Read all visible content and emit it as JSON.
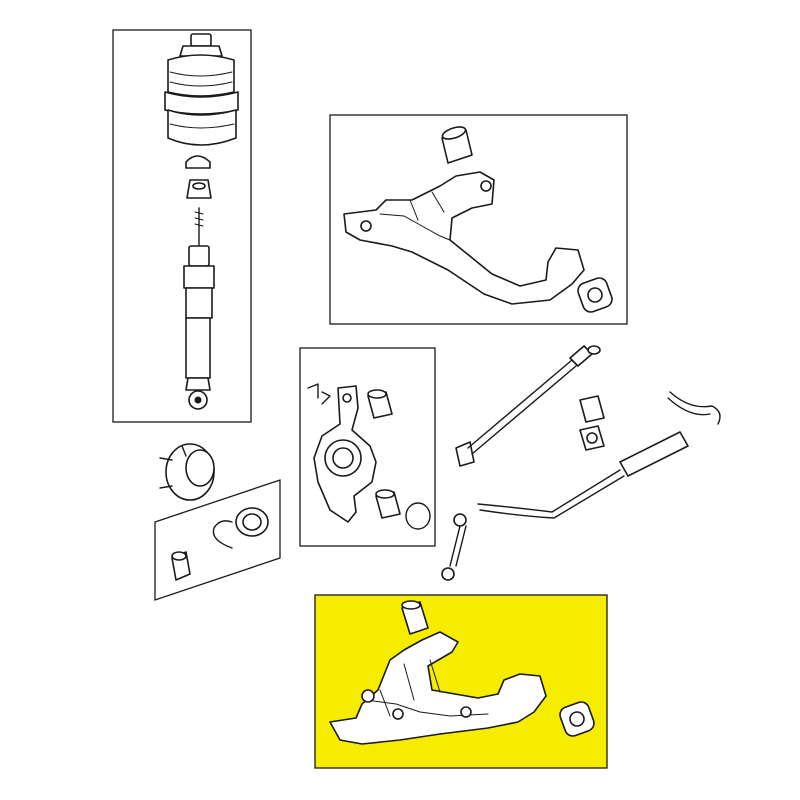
{
  "diagram": {
    "highlight_color": "#f5ec00",
    "line_color": "#1a1a1a",
    "background_color": "#ffffff",
    "groups": [
      {
        "id": "air-strut-group",
        "parts": [
          "air-spring-bellows",
          "upper-mount-nut",
          "strut-bumper",
          "shock-absorber"
        ]
      },
      {
        "id": "upper-control-arm-group",
        "parts": [
          "upper-arm-bushing",
          "upper-control-arm",
          "upper-arm-rear-bushing"
        ]
      },
      {
        "id": "knuckle-group",
        "parts": [
          "knuckle-clip",
          "steering-knuckle",
          "knuckle-bushing-upper",
          "knuckle-bushing-lower",
          "knuckle-snap-ring"
        ]
      },
      {
        "id": "hub-bearing-group",
        "parts": [
          "wheel-hub",
          "hub-nut",
          "snap-ring",
          "wheel-bearing"
        ]
      },
      {
        "id": "stabilizer-group",
        "parts": [
          "tie-rod",
          "stabilizer-bushing",
          "stabilizer-bar",
          "stabilizer-link",
          "stabilizer-bar-rear"
        ]
      },
      {
        "id": "lower-control-arm-group",
        "highlighted": true,
        "parts": [
          "lower-arm-bushing-front",
          "lower-control-arm",
          "lower-arm-bushing-rear"
        ]
      }
    ]
  }
}
